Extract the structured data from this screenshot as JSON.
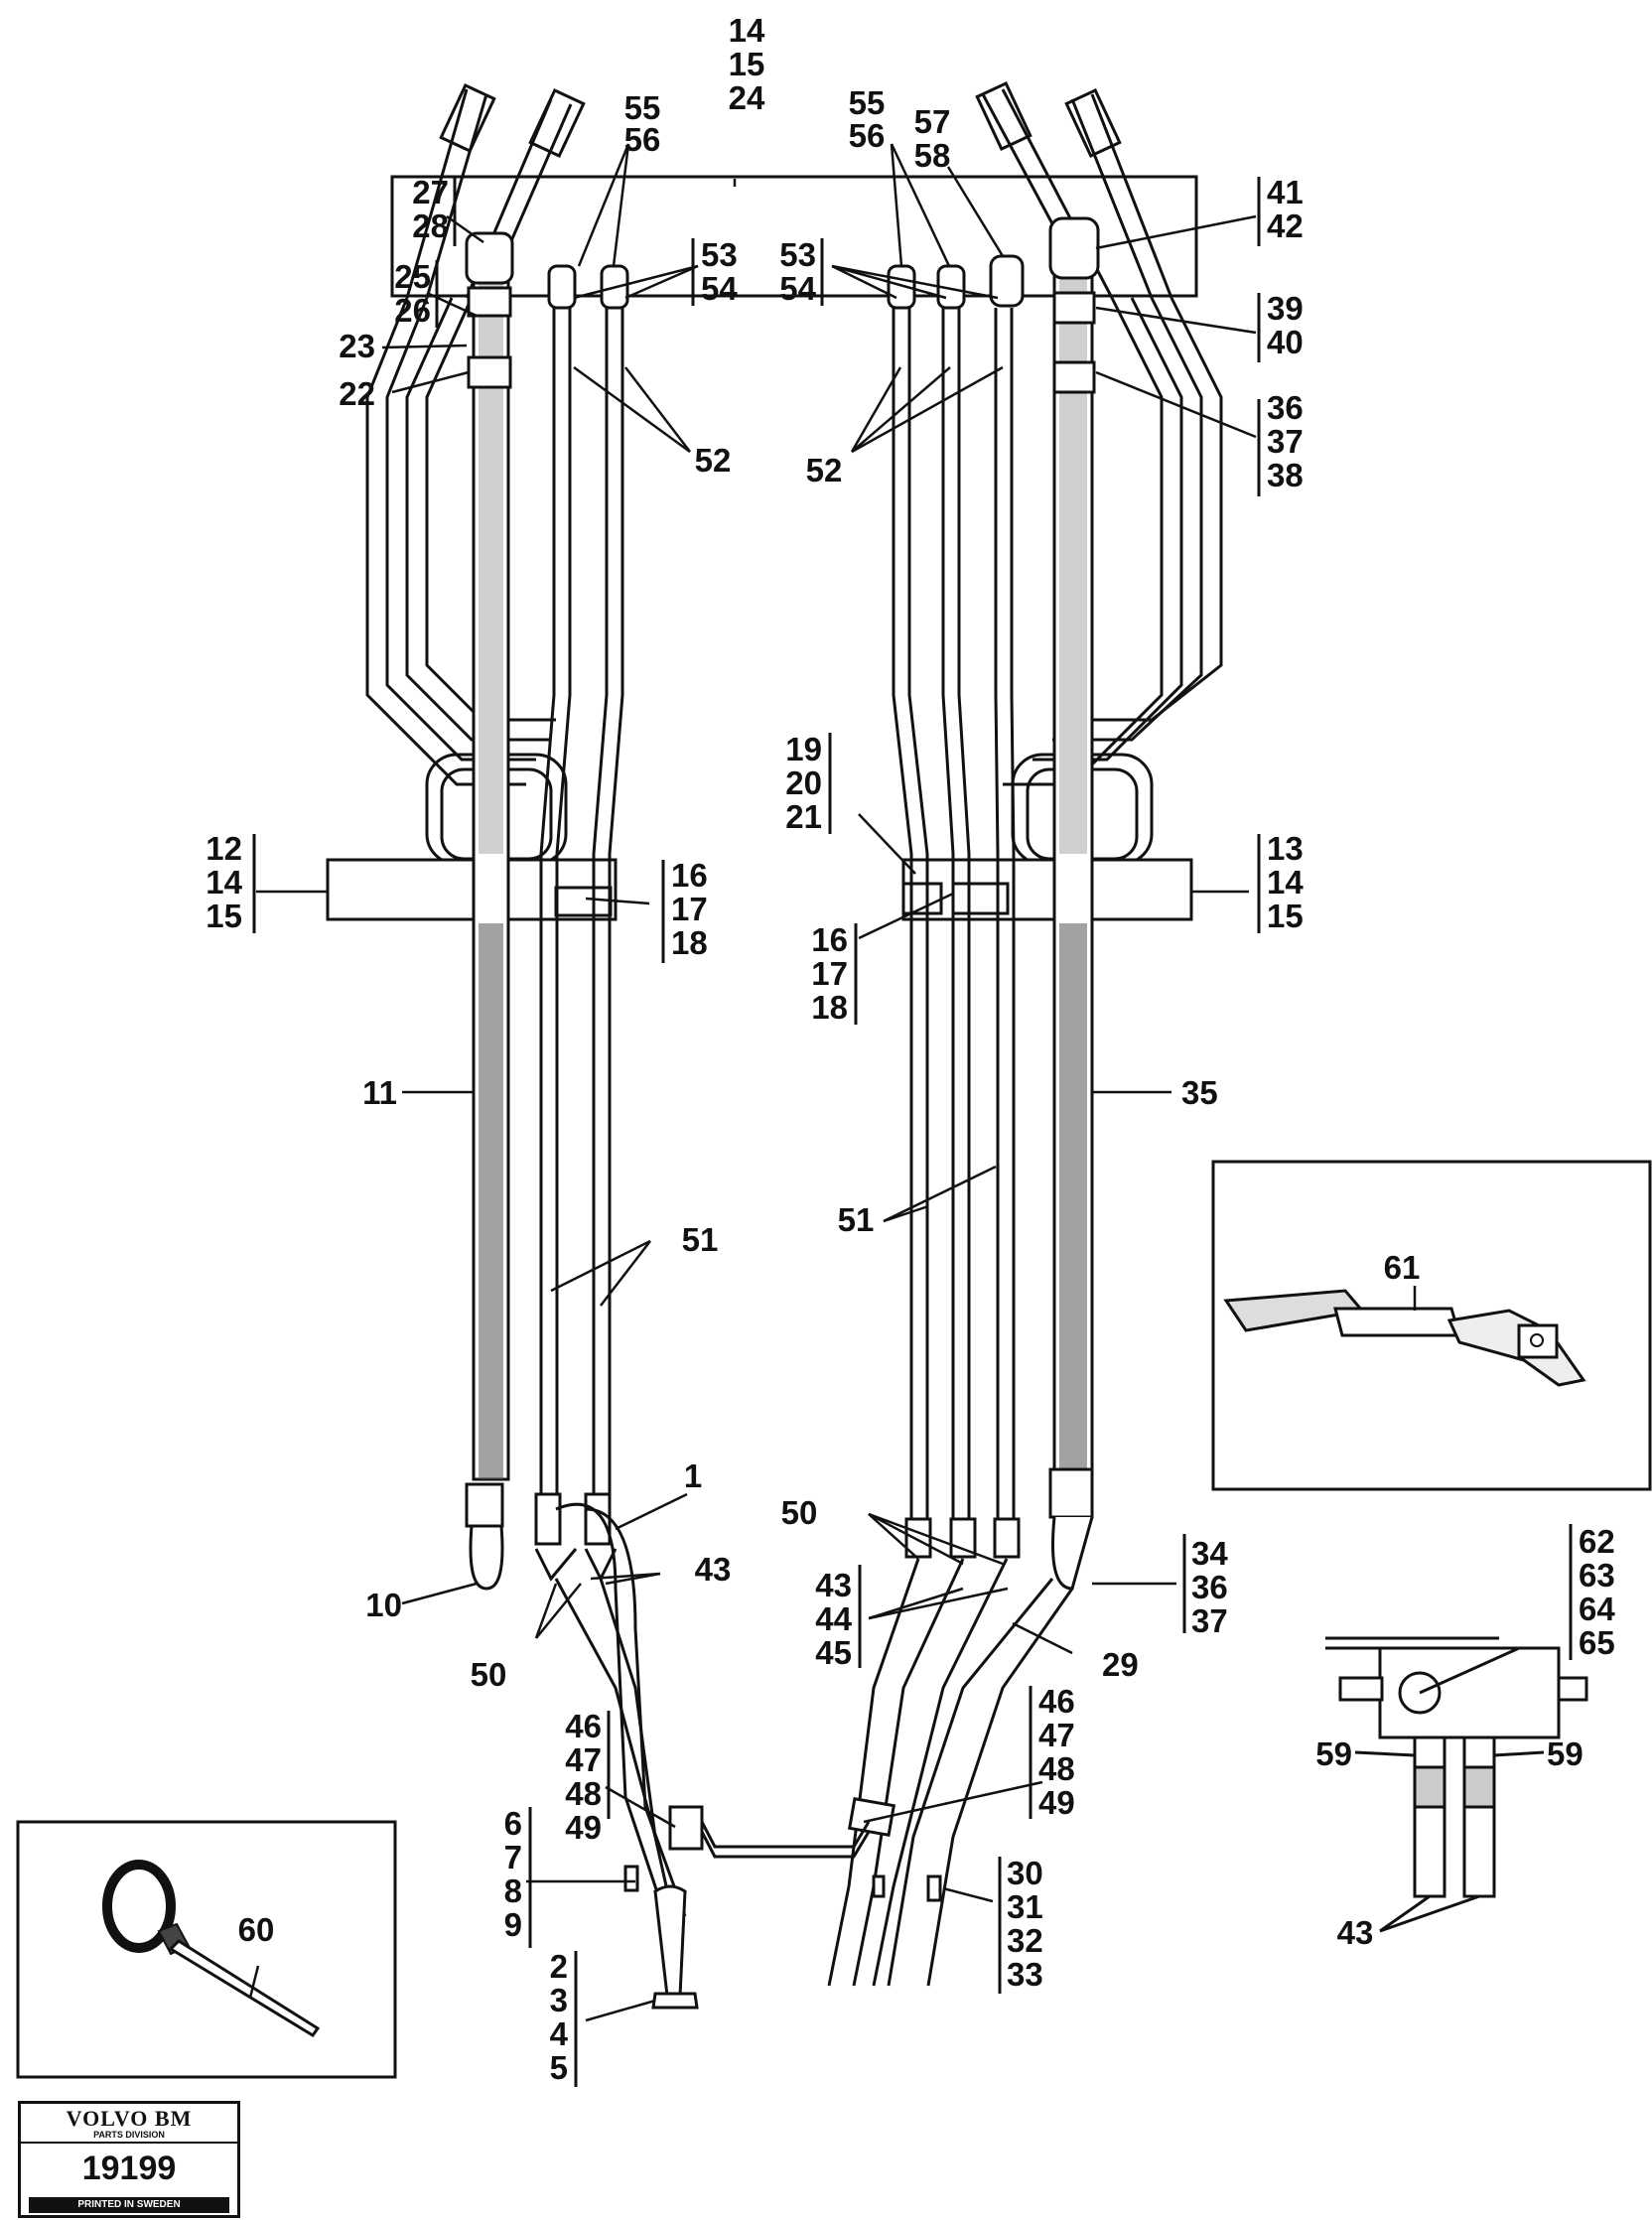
{
  "labels": {
    "l14a": "14",
    "l15a": "15",
    "l24": "24",
    "l55a": "55",
    "l56a": "56",
    "l55b": "55",
    "l56b": "56",
    "l57": "57",
    "l58": "58",
    "l27": "27",
    "l28": "28",
    "l25": "25",
    "l26": "26",
    "l23": "23",
    "l22": "22",
    "l53a": "53",
    "l54a": "54",
    "l53b": "53",
    "l54b": "54",
    "l41": "41",
    "l42": "42",
    "l39": "39",
    "l40": "40",
    "l36a": "36",
    "l37a": "37",
    "l38": "38",
    "l52a": "52",
    "l52b": "52",
    "l19": "19",
    "l20": "20",
    "l21": "21",
    "l12": "12",
    "l14b": "14",
    "l15b": "15",
    "l16a": "16",
    "l17a": "17",
    "l18a": "18",
    "l16b": "16",
    "l17b": "17",
    "l18b": "18",
    "l13": "13",
    "l14c": "14",
    "l15c": "15",
    "l11": "11",
    "l35": "35",
    "l51a": "51",
    "l51b": "51",
    "l61": "61",
    "l1": "1",
    "l50a": "50",
    "l43a": "43",
    "l10": "10",
    "l50b": "50",
    "l43b": "43",
    "l44": "44",
    "l45": "45",
    "l34": "34",
    "l36b": "36",
    "l37b": "37",
    "l29": "29",
    "l62": "62",
    "l63": "63",
    "l64": "64",
    "l65": "65",
    "l59a": "59",
    "l59b": "59",
    "l43c": "43",
    "l46a": "46",
    "l47a": "47",
    "l48a": "48",
    "l49a": "49",
    "l46b": "46",
    "l47b": "47",
    "l48b": "48",
    "l49b": "49",
    "l6": "6",
    "l7": "7",
    "l8": "8",
    "l9": "9",
    "l30": "30",
    "l31": "31",
    "l32": "32",
    "l33": "33",
    "l2": "2",
    "l3": "3",
    "l4": "4",
    "l5": "5",
    "l60": "60"
  },
  "logo": {
    "brand": "VOLVO BM",
    "division": "PARTS DIVISION",
    "number": "19199",
    "printed": "PRINTED IN SWEDEN"
  }
}
